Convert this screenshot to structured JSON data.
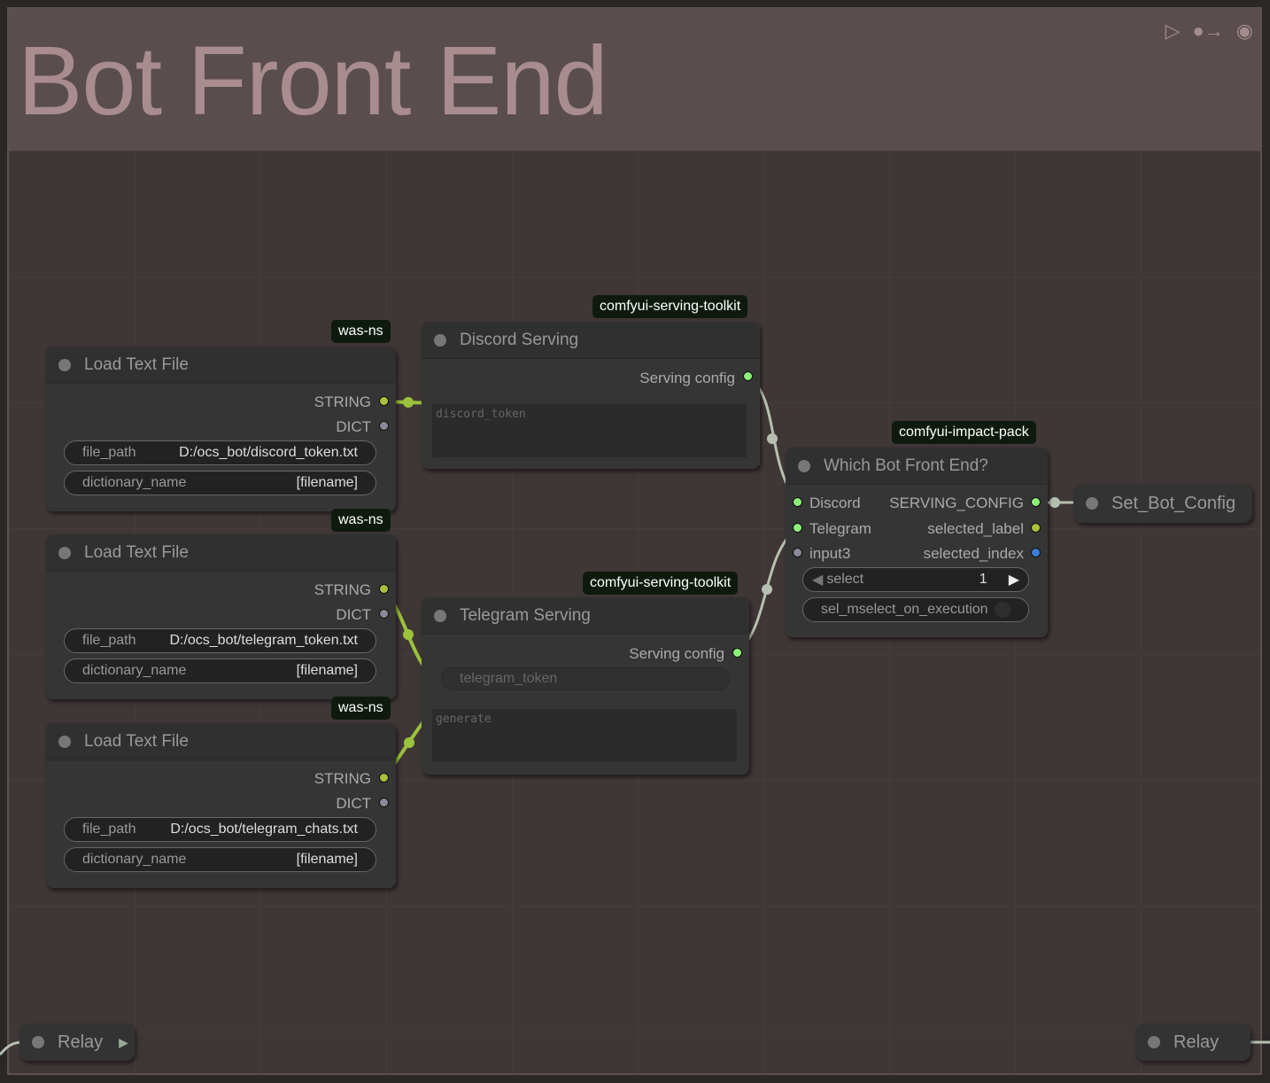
{
  "group": {
    "title": "Bot Front End",
    "icons": [
      "play-icon",
      "link-icon",
      "eye-icon"
    ]
  },
  "load_nodes": [
    {
      "badge": "was-ns",
      "title": "Load Text File",
      "out1": "STRING",
      "out2": "DICT",
      "file_path_label": "file_path",
      "file_path": "D:/ocs_bot/discord_token.txt",
      "dict_label": "dictionary_name",
      "dict_value": "[filename]"
    },
    {
      "badge": "was-ns",
      "title": "Load Text File",
      "out1": "STRING",
      "out2": "DICT",
      "file_path_label": "file_path",
      "file_path": "D:/ocs_bot/telegram_token.txt",
      "dict_label": "dictionary_name",
      "dict_value": "[filename]"
    },
    {
      "badge": "was-ns",
      "title": "Load Text File",
      "out1": "STRING",
      "out2": "DICT",
      "file_path_label": "file_path",
      "file_path": "D:/ocs_bot/telegram_chats.txt",
      "dict_label": "dictionary_name",
      "dict_value": "[filename]"
    }
  ],
  "discord": {
    "badge": "comfyui-serving-toolkit",
    "title": "Discord Serving",
    "output": "Serving config",
    "textarea": "discord_token"
  },
  "telegram": {
    "badge": "comfyui-serving-toolkit",
    "title": "Telegram Serving",
    "output": "Serving config",
    "token_label": "telegram_token",
    "textarea": "generate"
  },
  "switch": {
    "badge": "comfyui-impact-pack",
    "title": "Which Bot Front End?",
    "inputs": [
      "Discord",
      "Telegram",
      "input3"
    ],
    "outputs": [
      "SERVING_CONFIG",
      "selected_label",
      "selected_index"
    ],
    "select_label": "select",
    "select_value": "1",
    "sel_mode": "sel_mselect_on_execution"
  },
  "set_node": {
    "title": "Set_Bot_Config"
  },
  "relays": [
    {
      "title": "Relay"
    },
    {
      "title": "Relay"
    }
  ],
  "colors": {
    "green": "#8cf27a",
    "olive": "#a8c23c",
    "blue": "#3b7dd8",
    "gray": "#8a8a9a"
  }
}
